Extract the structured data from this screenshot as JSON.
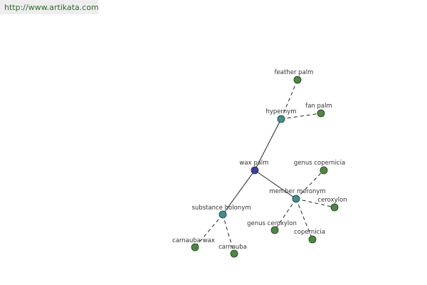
{
  "banner": {
    "url_text": "http://www.artikata.com"
  },
  "colors": {
    "root_node": "#3b3ea8",
    "relation_node": "#3e9090",
    "leaf_node": "#4a8a3e",
    "edge": "#222222"
  },
  "graph": {
    "nodes": [
      {
        "id": "wax-palm",
        "label": "wax palm",
        "kind": "root"
      },
      {
        "id": "hypernym",
        "label": "hypernym",
        "kind": "relation"
      },
      {
        "id": "member-meronym",
        "label": "member meronym",
        "kind": "relation"
      },
      {
        "id": "substance-holonym",
        "label": "substance holonym",
        "kind": "relation"
      },
      {
        "id": "feather-palm",
        "label": "feather palm",
        "kind": "leaf"
      },
      {
        "id": "fan-palm",
        "label": "fan palm",
        "kind": "leaf"
      },
      {
        "id": "genus-copernicia",
        "label": "genus copernicia",
        "kind": "leaf"
      },
      {
        "id": "ceroxylon",
        "label": "ceroxylon",
        "kind": "leaf"
      },
      {
        "id": "genus-ceroxylon",
        "label": "genus ceroxylon",
        "kind": "leaf"
      },
      {
        "id": "copernicia",
        "label": "copernicia",
        "kind": "leaf"
      },
      {
        "id": "carnauba-wax",
        "label": "carnauba wax",
        "kind": "leaf"
      },
      {
        "id": "carnauba",
        "label": "carnauba",
        "kind": "leaf"
      }
    ],
    "edges": [
      {
        "from": "wax-palm",
        "to": "hypernym",
        "style": "solid"
      },
      {
        "from": "wax-palm",
        "to": "member-meronym",
        "style": "solid"
      },
      {
        "from": "wax-palm",
        "to": "substance-holonym",
        "style": "solid"
      },
      {
        "from": "hypernym",
        "to": "feather-palm",
        "style": "dashed"
      },
      {
        "from": "hypernym",
        "to": "fan-palm",
        "style": "dashed"
      },
      {
        "from": "member-meronym",
        "to": "genus-copernicia",
        "style": "dashed"
      },
      {
        "from": "member-meronym",
        "to": "ceroxylon",
        "style": "dashed"
      },
      {
        "from": "member-meronym",
        "to": "genus-ceroxylon",
        "style": "dashed"
      },
      {
        "from": "member-meronym",
        "to": "copernicia",
        "style": "dashed"
      },
      {
        "from": "substance-holonym",
        "to": "carnauba-wax",
        "style": "dashed"
      },
      {
        "from": "substance-holonym",
        "to": "carnauba",
        "style": "dashed"
      }
    ]
  }
}
